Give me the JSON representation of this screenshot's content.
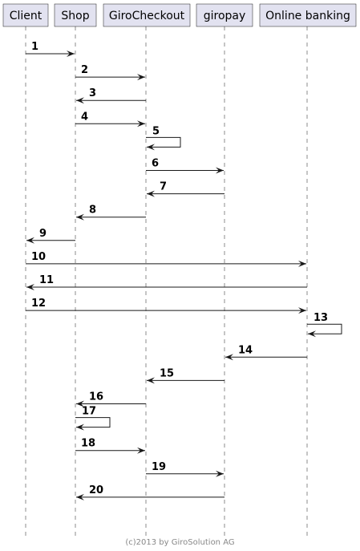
{
  "participants": [
    {
      "id": "client",
      "label": "Client"
    },
    {
      "id": "shop",
      "label": "Shop"
    },
    {
      "id": "girocheckout",
      "label": "GiroCheckout"
    },
    {
      "id": "giropay",
      "label": "giropay"
    },
    {
      "id": "banking",
      "label": "Online banking"
    }
  ],
  "messages": [
    {
      "label": "1",
      "from": "client",
      "to": "shop"
    },
    {
      "label": "2",
      "from": "shop",
      "to": "girocheckout"
    },
    {
      "label": "3",
      "from": "girocheckout",
      "to": "shop"
    },
    {
      "label": "4",
      "from": "shop",
      "to": "girocheckout"
    },
    {
      "label": "5",
      "from": "girocheckout",
      "to": "girocheckout"
    },
    {
      "label": "6",
      "from": "girocheckout",
      "to": "giropay"
    },
    {
      "label": "7",
      "from": "giropay",
      "to": "girocheckout"
    },
    {
      "label": "8",
      "from": "girocheckout",
      "to": "shop"
    },
    {
      "label": "9",
      "from": "shop",
      "to": "client"
    },
    {
      "label": "10",
      "from": "client",
      "to": "banking"
    },
    {
      "label": "11",
      "from": "banking",
      "to": "client"
    },
    {
      "label": "12",
      "from": "client",
      "to": "banking"
    },
    {
      "label": "13",
      "from": "banking",
      "to": "banking"
    },
    {
      "label": "14",
      "from": "banking",
      "to": "giropay"
    },
    {
      "label": "15",
      "from": "giropay",
      "to": "girocheckout"
    },
    {
      "label": "16",
      "from": "girocheckout",
      "to": "shop"
    },
    {
      "label": "17",
      "from": "shop",
      "to": "shop"
    },
    {
      "label": "18",
      "from": "shop",
      "to": "girocheckout"
    },
    {
      "label": "19",
      "from": "girocheckout",
      "to": "giropay"
    },
    {
      "label": "20",
      "from": "giropay",
      "to": "shop"
    }
  ],
  "footer": "(c)2013 by GiroSolution AG"
}
